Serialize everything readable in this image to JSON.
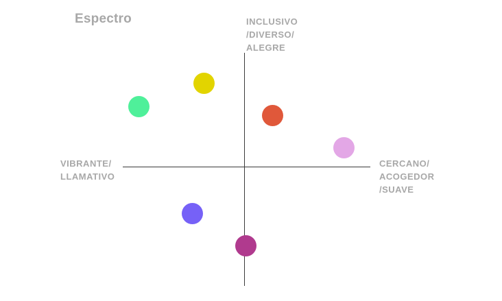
{
  "title": "Espectro",
  "axes": {
    "top": [
      "INCLUSIVO",
      "/DIVERSO/",
      "ALEGRE"
    ],
    "left": [
      "VIBRANTE/",
      "LLAMATIVO"
    ],
    "right": [
      "CERCANO/",
      "ACOGEDOR",
      "/SUAVE"
    ]
  },
  "colors": {
    "text": "#a8a8a8",
    "axis": "#3a3a3a"
  },
  "points": [
    {
      "name": "dot-yellow",
      "color": "#e2d400"
    },
    {
      "name": "dot-green",
      "color": "#4ff09a"
    },
    {
      "name": "dot-orange",
      "color": "#e0583a"
    },
    {
      "name": "dot-pink",
      "color": "#e3a7e6"
    },
    {
      "name": "dot-violet",
      "color": "#7661f7"
    },
    {
      "name": "dot-magenta",
      "color": "#b03a8e"
    }
  ]
}
